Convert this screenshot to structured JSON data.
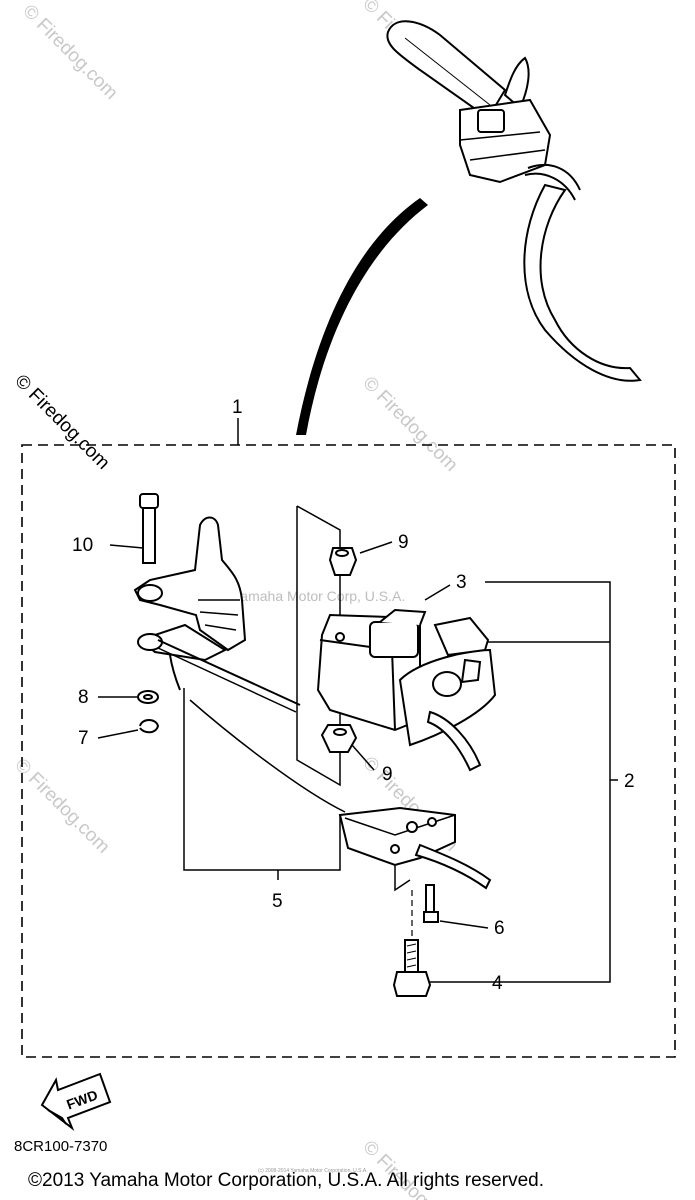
{
  "watermarks": {
    "site": "© Firedog.com",
    "corp": "Yamaha Motor Corp, U.S.A."
  },
  "callouts": [
    "1",
    "2",
    "3",
    "4",
    "5",
    "6",
    "7",
    "8",
    "9",
    "9",
    "10"
  ],
  "fwd_label": "FWD",
  "part_number": "8CR100-7370",
  "copyright": "©2013 Yamaha Motor Corporation, U.S.A. All rights reserved.",
  "tiny_credit": "(c) 2008-2014 Yamaha Motor Corporation, U.S.A."
}
